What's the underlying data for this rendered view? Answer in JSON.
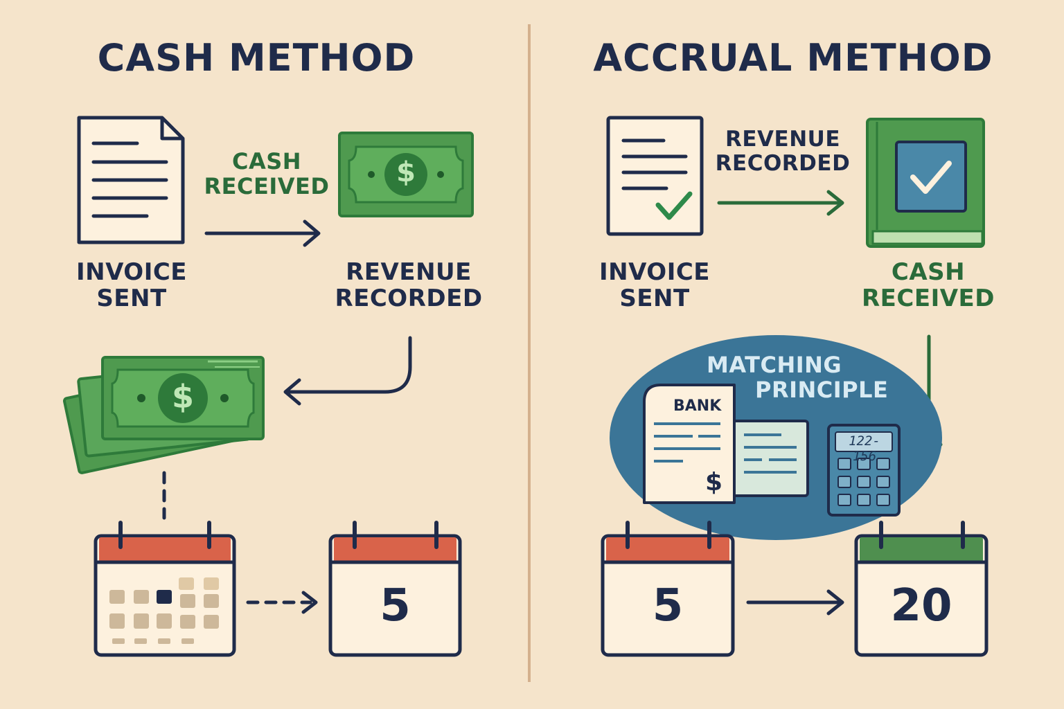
{
  "cash": {
    "title": "CASH METHOD",
    "arrow_label": [
      "CASH",
      "RECEIVED"
    ],
    "invoice_label": [
      "INVOICE",
      "SENT"
    ],
    "revenue_label": [
      "REVENUE",
      "RECORDED"
    ],
    "calendar_date": "5"
  },
  "accrual": {
    "title": "ACCRUAL METHOD",
    "arrow_label": [
      "REVENUE",
      "RECORDED"
    ],
    "invoice_label": [
      "INVOICE",
      "SENT"
    ],
    "cash_label": [
      "CASH",
      "RECEIVED"
    ],
    "matching_label": [
      "MATCHING",
      "PRINCIPLE"
    ],
    "bank_text": "BANK",
    "dollar_text": "$",
    "calculator_display": "122-156",
    "calendar_start": "5",
    "calendar_end": "20"
  },
  "colors": {
    "background": "#f5e4cb",
    "navy": "#1f2b4a",
    "green": "#2a6b3a",
    "money_green": "#4f9a4f",
    "calendar_red": "#d9634a",
    "calendar_green": "#4f8f4f",
    "matching_blue": "#3b7597"
  }
}
